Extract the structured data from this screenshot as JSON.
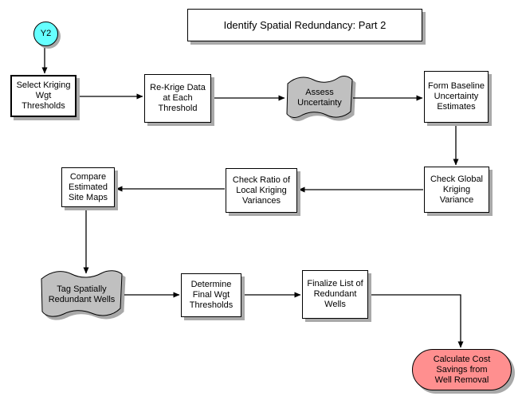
{
  "title": {
    "text": "Identify Spatial Redundancy: Part 2"
  },
  "start": {
    "label": "Y2"
  },
  "nodes": {
    "select": {
      "label": "Select Kriging\nWgt\nThresholds",
      "type": "process"
    },
    "rekrige": {
      "label": "Re-Krige Data\nat Each\nThreshold",
      "type": "process"
    },
    "assess": {
      "label": "Assess\nUncertainty",
      "type": "wave"
    },
    "baseline": {
      "label": "Form Baseline\nUncertainty\nEstimates",
      "type": "process"
    },
    "checkglobal": {
      "label": "Check Global\nKriging\nVariance",
      "type": "process"
    },
    "checkratio": {
      "label": "Check Ratio of\nLocal Kriging\nVariances",
      "type": "process"
    },
    "compare": {
      "label": "Compare\nEstimated\nSite Maps",
      "type": "process"
    },
    "tag": {
      "label": "Tag Spatially\nRedundant Wells",
      "type": "wave"
    },
    "determine": {
      "label": "Determine\nFinal Wgt\nThresholds",
      "type": "process"
    },
    "finalize": {
      "label": "Finalize List of\nRedundant\nWells",
      "type": "process"
    },
    "calculate": {
      "label": "Calculate Cost\nSavings from\nWell Removal",
      "type": "terminator"
    }
  },
  "colors": {
    "start_fill": "#66ffff",
    "process_fill": "#ffffff",
    "wave_fill": "#c0c0c0",
    "terminator_fill": "#ff8f8f",
    "shadow": "#a9a9a9",
    "line": "#000000",
    "background": "#ffffff"
  }
}
